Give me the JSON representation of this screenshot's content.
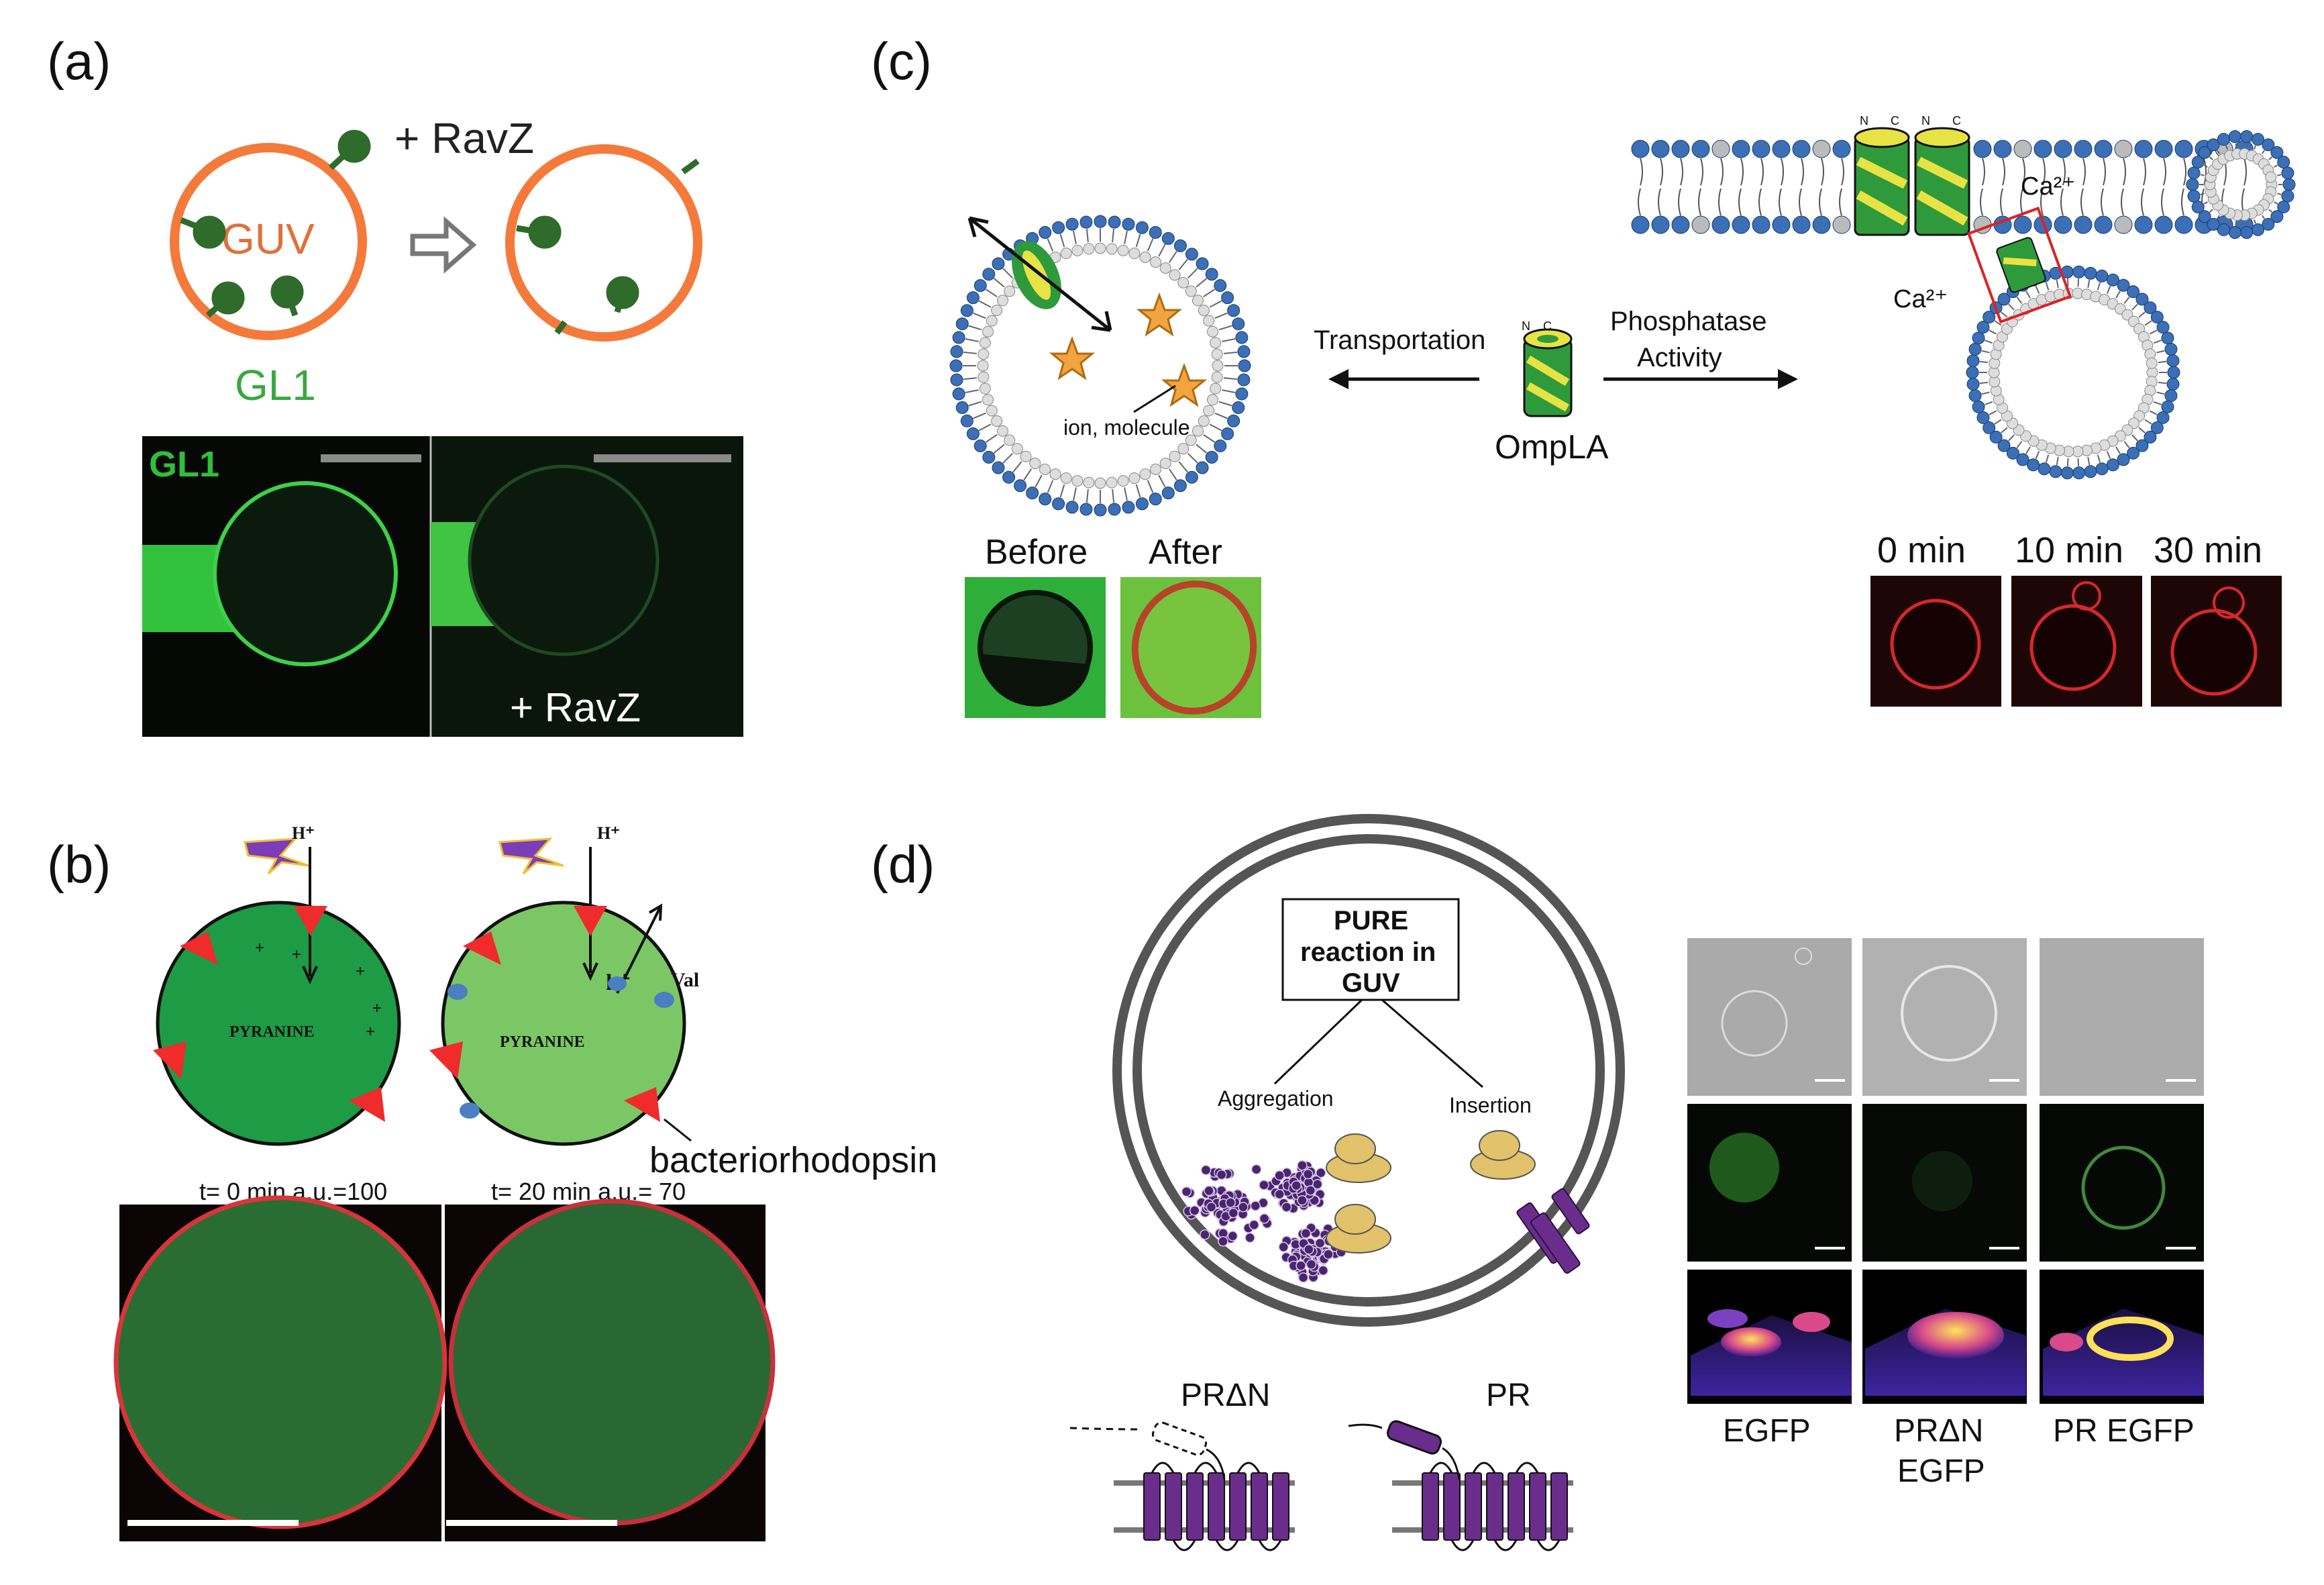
{
  "panel_labels": {
    "a": "(a)",
    "b": "(b)",
    "c": "(c)",
    "d": "(d)"
  },
  "panel_a": {
    "ravz_top": "+ RavZ",
    "guv": "GUV",
    "gl1": "GL1",
    "micro_gl1": "GL1",
    "micro_ravz": "+ RavZ",
    "colors": {
      "orange": "#f47a3c",
      "green": "#2f6b2a",
      "label_green": "#3aa840"
    }
  },
  "panel_b": {
    "h_plus_1": "H⁺",
    "h_plus_2": "H⁺",
    "pyranine_1": "PYRANINE",
    "pyranine_2": "PYRANINE",
    "k_plus": "k⁺",
    "val": "Val",
    "bacteriorhodopsin": "bacteriorhodopsin",
    "t0": "t= 0 min a.u.=100",
    "t20": "t= 20 min a.u.= 70",
    "colors": {
      "dark_green": "#1e9b45",
      "light_green": "#7cc765",
      "red": "#ef2b2b"
    }
  },
  "panel_c": {
    "transportation": "Transportation",
    "phosphatase_1": "Phosphatase",
    "phosphatase_2": "Activity",
    "omp_n": "N",
    "omp_c": "C",
    "omp": "OmpLA",
    "ion": "ion, molecule",
    "before": "Before",
    "after": "After",
    "ca_1": "Ca²⁺",
    "ca_2": "Ca²⁺",
    "bilayer_labels": [
      "N",
      "C",
      "N",
      "C"
    ],
    "t0": "0 min",
    "t10": "10 min",
    "t30": "30 min",
    "colors": {
      "lipid_blue": "#3b6fb6",
      "protein_green": "#2e9a3c",
      "protein_yellow": "#e8e345"
    }
  },
  "panel_d": {
    "pure_1": "PURE",
    "pure_2": "reaction in",
    "pure_3": "GUV",
    "aggregation": "Aggregation",
    "insertion": "Insertion",
    "pr_dn": "PRΔN",
    "pr": "PR",
    "egfp": "EGFP",
    "prdn_egfp_1": "PRΔN",
    "prdn_egfp_2": "EGFP",
    "pr_egfp": "PR EGFP",
    "colors": {
      "purple": "#6b2d8c",
      "ribosome": "#e2c26a"
    }
  }
}
